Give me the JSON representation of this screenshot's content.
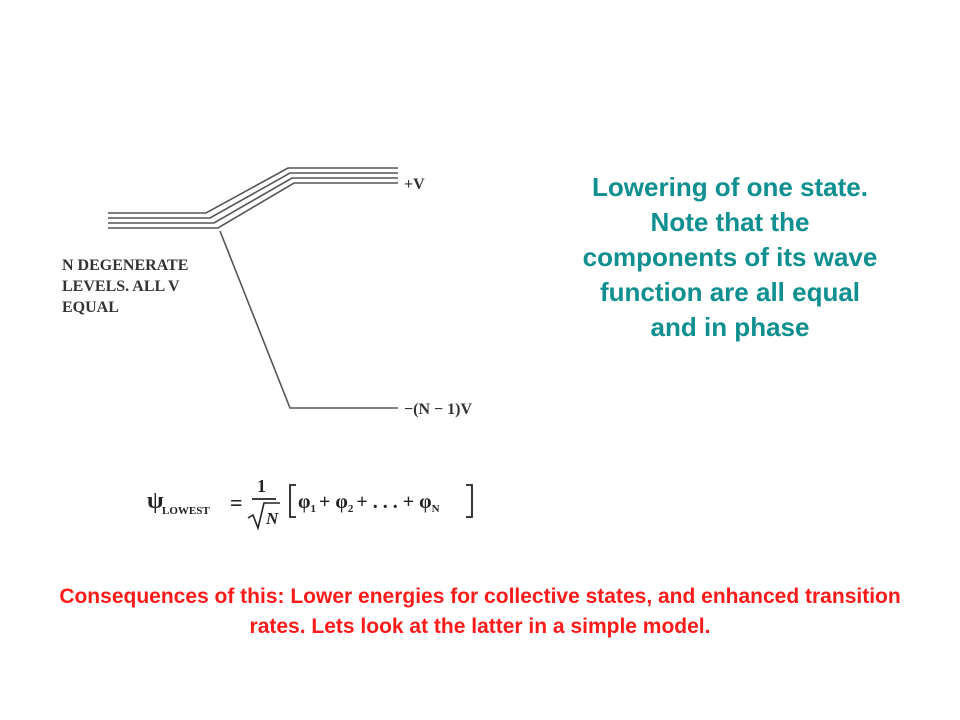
{
  "diagram": {
    "caption_lines": [
      "N DEGENERATE",
      "LEVELS. ALL V",
      "EQUAL"
    ],
    "upper_level_label": "+V",
    "lower_level_label": "−(N − 1)V",
    "equation": {
      "lhs_symbol": "ψ",
      "lhs_subscript": "LOWEST",
      "numerator": "1",
      "denominator": "N",
      "terms": [
        "φ",
        "1",
        "+ φ",
        "2",
        "+ . . . + φ",
        "N"
      ]
    }
  },
  "side_note": {
    "text": "Lowering of one state.  Note that the components of its wave function are all equal and in phase",
    "color": "#0f8f8f"
  },
  "consequences": {
    "text": "Consequences of this:  Lower energies for collective states, and enhanced transition rates.  Lets look at the latter in a simple model.",
    "color": "#ff1a1a"
  }
}
